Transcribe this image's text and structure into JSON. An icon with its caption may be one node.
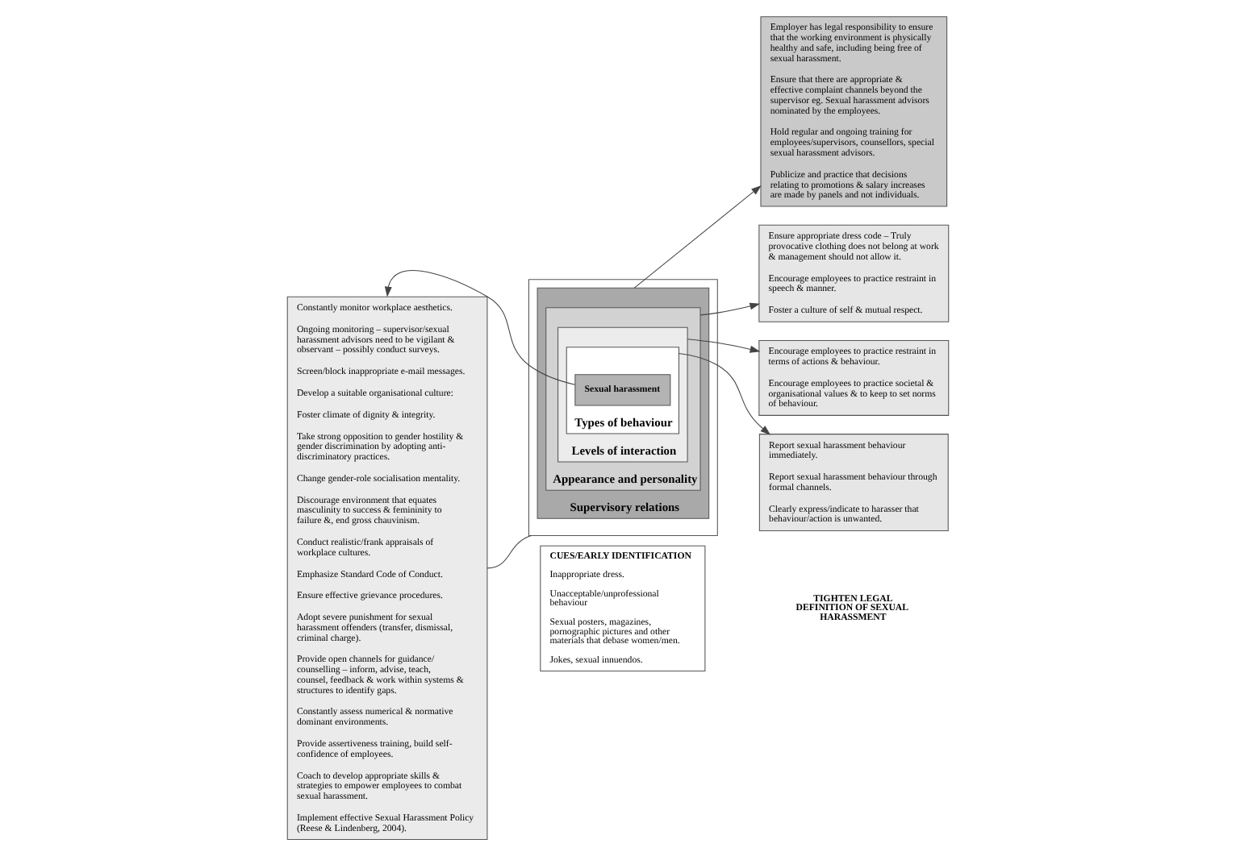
{
  "diagram": {
    "nodes": [
      {
        "text": [
          "Constantly monitor workplace aesthetics.",
          "Ongoing monitoring – supervisor/sexual harassment advisors need to be vigilant & observant – possibly conduct surveys.",
          "Screen/block inappropriate e-mail messages.",
          "Develop a suitable organisational culture:",
          "Foster climate of dignity & integrity.",
          "Take strong opposition to gender hostility & gender discrimination by adopting anti-discriminatory practices.",
          "Change gender-role socialisation mentality.",
          "Discourage environment that equates masculinity to success & femininity to failure &, end gross chauvinism.",
          "Conduct realistic/frank appraisals of workplace cultures.",
          "Emphasize Standard Code of Conduct.",
          "Ensure effective grievance procedures.",
          "Adopt severe punishment for sexual harassment offenders (transfer, dismissal, criminal charge).",
          "Provide open channels for guidance/ counselling – inform, advise, teach, counsel, feedback & work within systems & structures to identify gaps.",
          "Constantly assess numerical & normative dominant environments.",
          "Provide assertiveness training, build self-confidence of employees.",
          "Coach to develop appropriate skills & strategies to empower employees to combat sexual harassment.",
          "Implement effective Sexual Harassment Policy (Reese & Lindenberg, 2004)."
        ]
      },
      {
        "text": [],
        "shape": "box"
      },
      {
        "text": [
          "Supervisory relations"
        ],
        "in": 1
      },
      {
        "text": [
          "Appearance and personality"
        ],
        "in": 2
      },
      {
        "text": [
          "Levels of interaction"
        ],
        "in": 3
      },
      {
        "text": [
          "Types of behaviour"
        ],
        "in": 4
      },
      {
        "text": [
          "Sexual harassment"
        ],
        "in": 5
      },
      {
        "text": [
          "CUES/EARLY IDENTIFICATION",
          "Inappropriate dress.",
          "Unacceptable/unprofessional behaviour",
          "Sexual posters, magazines, pornographic pictures and other materials that debase women/men.",
          "Jokes, sexual innuendos."
        ]
      },
      {
        "text": [
          "Report sexual harassment behaviour immediately.",
          "Report sexual harassment behaviour through formal channels.",
          "Clearly express/indicate to harasser that behaviour/action is unwanted."
        ]
      },
      {
        "text": [
          "Encourage employees to practice restraint in terms of actions & behaviour.",
          "Encourage employees to practice societal & organisational values & to keep to set norms of behaviour."
        ]
      },
      {
        "text": [
          "Ensure appropriate dress code – Truly provocative clothing does not belong at work & management should not allow it.",
          "Encourage employees to practice restraint in speech & manner.",
          "Foster a culture of self & mutual respect."
        ]
      },
      {
        "text": [
          "Employer has legal responsibility to ensure that the working environment is physically healthy and safe, including being free of sexual harassment.",
          "Ensure that there are appropriate & effective complaint channels beyond the supervisor eg. Sexual harassment advisors nominated by the employees.",
          "Hold regular and ongoing training for employees/supervisors, counsellors, special sexual harassment advisors.",
          "Publicize and practice that decisions relating to promotions & salary increases are made by panels and not individuals."
        ]
      }
    ],
    "edges": [
      {
        "from": 0,
        "to": 1,
        "arrow": "none"
      },
      {
        "from": 6,
        "to": 0,
        "arrow": "to"
      },
      {
        "from": 5,
        "to": 8,
        "arrow": "to"
      },
      {
        "from": 4,
        "to": 9,
        "arrow": "to"
      },
      {
        "from": 3,
        "to": 10,
        "arrow": "to"
      },
      {
        "from": 2,
        "to": 11,
        "arrow": "to"
      }
    ],
    "labels": [
      "TIGHTEN LEGAL DEFINITION OF SEXUAL HARASSMENT"
    ]
  }
}
